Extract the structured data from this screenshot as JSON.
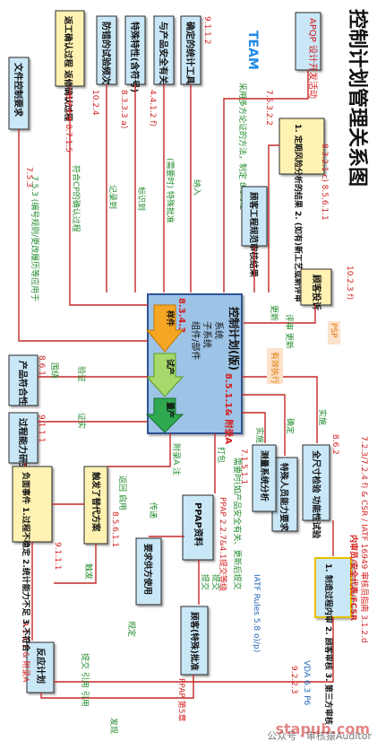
{
  "title": "控制计划管理关系图",
  "center": {
    "title": "控制计划(版)",
    "bullets": [
      "系统",
      "子系统",
      "组件/部件"
    ],
    "ref": "8.5.1.1& 附录A",
    "clause": "8.3.4.3",
    "arrows": [
      "样件",
      "试产",
      "量产"
    ]
  },
  "left_boxes": [
    {
      "text": "确定的统计工具",
      "ref": "9.1.1.2"
    },
    {
      "text": "与产品安全有关",
      "ref": "4.4.1.2 f)"
    },
    {
      "text": "特殊特性(含符号)",
      "ref": "8.3.3.3 a)"
    },
    {
      "text": "防错的试验频次",
      "ref": "10.2.4"
    },
    {
      "text": "返工确认过程 返修确认过程",
      "ref": "8.7.1.4 8.7.1.5"
    },
    {
      "text": "文件控制要求",
      "ref": "7.5.3"
    }
  ],
  "top_boxes": [
    {
      "text": "APQP 设计开发活动"
    },
    {
      "text": "1. 定期风险分析的结果 2. (如有)新工艺或新评审",
      "ref": "8.3.2.1 c) 8.5.6.1.1"
    },
    {
      "text": "顾客工程规范审核结果"
    },
    {
      "text": "顾客投诉",
      "ref": "10.2.3 f)"
    }
  ],
  "right_boxes": [
    {
      "text": "全尺寸检验 功能性试验",
      "ref": "8.6.2"
    },
    {
      "text": "特殊人员能力要求",
      "ref": "7.1.5.1.1"
    },
    {
      "text": "测量系统分析"
    },
    {
      "text": "1. 制造过程内审 2. 顾客审核 3. 第三方审核",
      "ref": "内审员/安全代表/FCSR"
    },
    {
      "text": "PPAP资料",
      "ref": "PPAP 2.2.7&4.1提交等级"
    },
    {
      "text": "要求供方使用"
    },
    {
      "text": "顾客(特殊)批准",
      "ref": "PPAP 第5章"
    },
    {
      "text": "反应计划",
      "ref": "9.1.1.1 & 附录A"
    }
  ],
  "mid_boxes": [
    {
      "text": "产品符合性",
      "ref": "8.6.1"
    },
    {
      "text": "过程能力研究",
      "ref": "9.1.1.1"
    },
    {
      "text": "负面事件 1.过程不稳定 2.统计能力不足 3.不符合",
      "ref": "9.1.1.1"
    },
    {
      "text": "触发了替代方案",
      "ref": "8.5.6.1.1"
    }
  ],
  "labels": {
    "l1": "采用多方论证的方法，制定 8.3.5.2",
    "l2": "7.5.3.2.2",
    "l3": "(需要时) 特殊批准",
    "l4": "标识到",
    "l5": "记录到",
    "l6": "符合CP的确认过程",
    "l7": "7.5.3 (编号规则/更改履历等应用于",
    "l8": "纳入",
    "l9": "更新",
    "l10": "评审 更新",
    "l11": "PSP",
    "l12": "有效执行",
    "l13": "实施",
    "l14": "确定",
    "l15": "实施",
    "l16": "需要时(如产品安全有关、更新后提交",
    "l17": "围绕",
    "l18": "验证",
    "l19": "证实",
    "l20": "打包",
    "l21": "附录A 注",
    "l22": "传递",
    "l23": "返回 启用",
    "l24": "触发",
    "l25": "提交",
    "l26": "提交",
    "l27": "规定",
    "l28": "提交 引用 引用",
    "l29": "发现",
    "l30": "7.2.3/7.2.4 f) & CSR / IATF 16949 审核员指南 3.1.2.d",
    "l31": "IATF Rules 5.8 o)/p)",
    "l32": "VDA 6.3 P6",
    "l33": "9.2.2.3"
  },
  "logo": "TEAM",
  "watermark": "公众号 · 审核猿Auditor",
  "watermark2": "stapub.com"
}
